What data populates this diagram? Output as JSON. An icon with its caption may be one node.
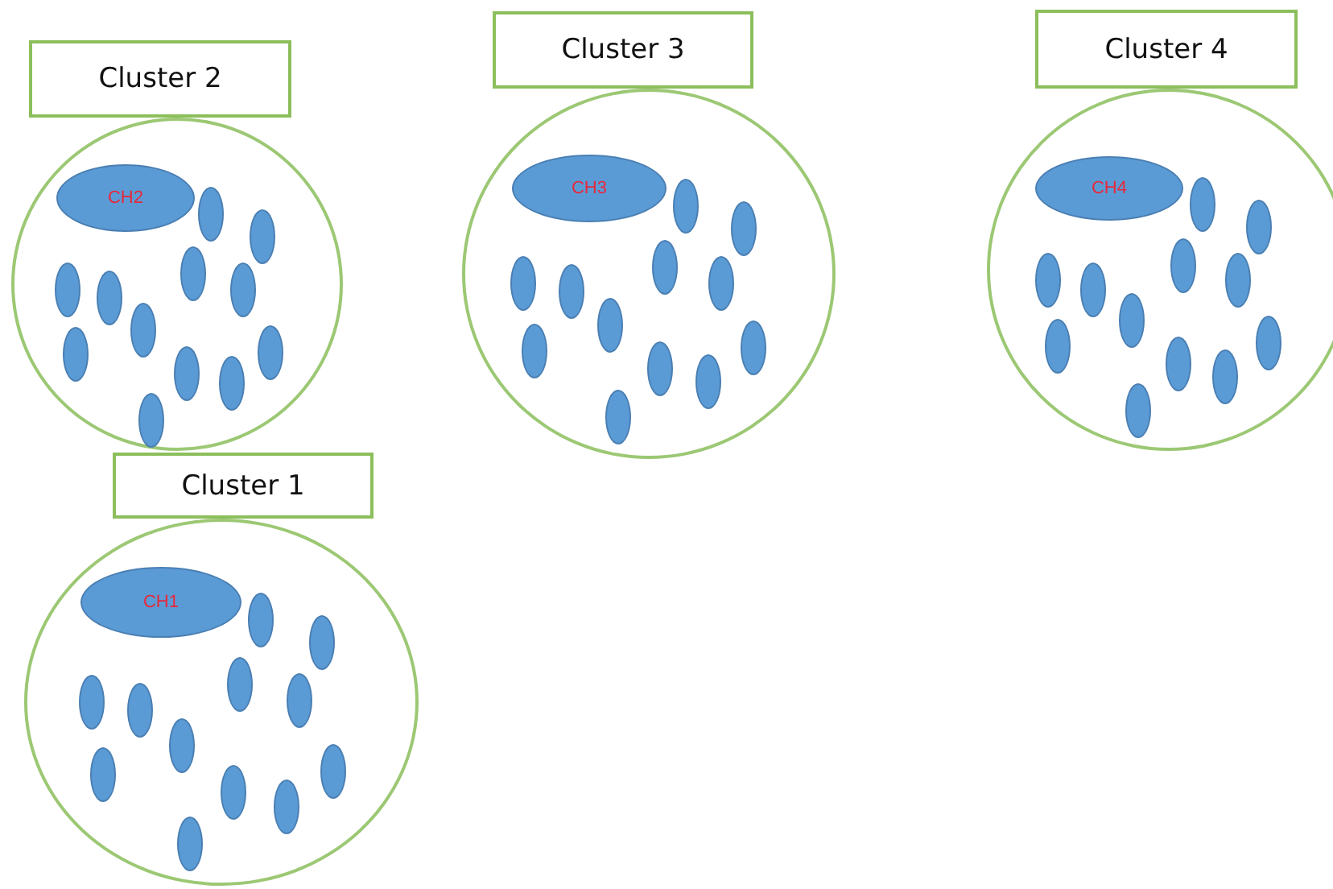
{
  "diagram": {
    "nodes": [
      {
        "text": [
          "Cluster 2"
        ]
      },
      {
        "text": [],
        "shape": "circle"
      },
      {
        "text": [
          "CH2"
        ],
        "in": 1
      },
      {
        "text": [],
        "shape": "ellipse",
        "in": 1
      },
      {
        "text": [],
        "shape": "ellipse",
        "in": 1
      },
      {
        "text": [],
        "shape": "ellipse",
        "in": 1
      },
      {
        "text": [],
        "shape": "ellipse",
        "in": 1
      },
      {
        "text": [],
        "shape": "ellipse",
        "in": 1
      },
      {
        "text": [],
        "shape": "ellipse",
        "in": 1
      },
      {
        "text": [],
        "shape": "ellipse",
        "in": 1
      },
      {
        "text": [],
        "shape": "ellipse",
        "in": 1
      },
      {
        "text": [],
        "shape": "ellipse",
        "in": 1
      },
      {
        "text": [],
        "shape": "ellipse",
        "in": 1
      },
      {
        "text": [],
        "shape": "ellipse",
        "in": 1
      },
      {
        "text": [],
        "shape": "ellipse",
        "in": 1
      },
      {
        "text": [
          "Cluster 3"
        ]
      },
      {
        "text": [],
        "shape": "circle"
      },
      {
        "text": [
          "CH3"
        ],
        "in": 16
      },
      {
        "text": [],
        "shape": "ellipse",
        "in": 16
      },
      {
        "text": [],
        "shape": "ellipse",
        "in": 16
      },
      {
        "text": [],
        "shape": "ellipse",
        "in": 16
      },
      {
        "text": [],
        "shape": "ellipse",
        "in": 16
      },
      {
        "text": [],
        "shape": "ellipse",
        "in": 16
      },
      {
        "text": [],
        "shape": "ellipse",
        "in": 16
      },
      {
        "text": [],
        "shape": "ellipse",
        "in": 16
      },
      {
        "text": [],
        "shape": "ellipse",
        "in": 16
      },
      {
        "text": [],
        "shape": "ellipse",
        "in": 16
      },
      {
        "text": [],
        "shape": "ellipse",
        "in": 16
      },
      {
        "text": [],
        "shape": "ellipse",
        "in": 16
      },
      {
        "text": [],
        "shape": "ellipse",
        "in": 16
      },
      {
        "text": [
          "Cluster 4"
        ]
      },
      {
        "text": [],
        "shape": "circle"
      },
      {
        "text": [
          "CH4"
        ],
        "in": 31
      },
      {
        "text": [],
        "shape": "ellipse",
        "in": 31
      },
      {
        "text": [],
        "shape": "ellipse",
        "in": 31
      },
      {
        "text": [],
        "shape": "ellipse",
        "in": 31
      },
      {
        "text": [],
        "shape": "ellipse",
        "in": 31
      },
      {
        "text": [],
        "shape": "ellipse",
        "in": 31
      },
      {
        "text": [],
        "shape": "ellipse",
        "in": 31
      },
      {
        "text": [],
        "shape": "ellipse",
        "in": 31
      },
      {
        "text": [],
        "shape": "ellipse",
        "in": 31
      },
      {
        "text": [],
        "shape": "ellipse",
        "in": 31
      },
      {
        "text": [],
        "shape": "ellipse",
        "in": 31
      },
      {
        "text": [],
        "shape": "ellipse",
        "in": 31
      },
      {
        "text": [],
        "shape": "ellipse",
        "in": 31
      },
      {
        "text": [
          "Cluster 1"
        ]
      },
      {
        "text": [],
        "shape": "circle"
      },
      {
        "text": [
          "CH1"
        ],
        "in": 46
      },
      {
        "text": [],
        "shape": "ellipse",
        "in": 46
      },
      {
        "text": [],
        "shape": "ellipse",
        "in": 46
      },
      {
        "text": [],
        "shape": "ellipse",
        "in": 46
      },
      {
        "text": [],
        "shape": "ellipse",
        "in": 46
      },
      {
        "text": [],
        "shape": "ellipse",
        "in": 46
      },
      {
        "text": [],
        "shape": "ellipse",
        "in": 46
      },
      {
        "text": [],
        "shape": "ellipse",
        "in": 46
      },
      {
        "text": [],
        "shape": "ellipse",
        "in": 46
      },
      {
        "text": [],
        "shape": "ellipse",
        "in": 46
      },
      {
        "text": [],
        "shape": "ellipse",
        "in": 46
      },
      {
        "text": [],
        "shape": "ellipse",
        "in": 46
      },
      {
        "text": [],
        "shape": "ellipse",
        "in": 46
      }
    ]
  }
}
